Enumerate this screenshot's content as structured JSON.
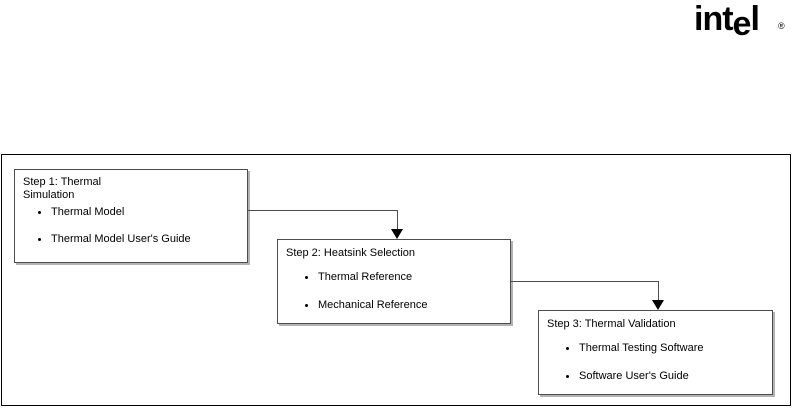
{
  "brand": {
    "logo_text_before": "int",
    "logo_text_e": "e",
    "logo_text_after": "l",
    "registered_mark": "®"
  },
  "diagram": {
    "type": "flowchart",
    "orientation": "left-to-right cascading",
    "boxes": [
      {
        "id": "step-1",
        "title": "Step 1: Thermal\nSimulation",
        "items": [
          "Thermal Model",
          "Thermal Model User's Guide"
        ]
      },
      {
        "id": "step-2",
        "title": "Step 2: Heatsink Selection",
        "items": [
          "Thermal Reference",
          "Mechanical Reference"
        ]
      },
      {
        "id": "step-3",
        "title": "Step 3: Thermal Validation",
        "items": [
          "Thermal Testing Software",
          "Software User's Guide"
        ]
      }
    ],
    "connectors": [
      {
        "id": "connector-1",
        "from": "step-1",
        "to": "step-2",
        "arrow": "down"
      },
      {
        "id": "connector-2",
        "from": "step-2",
        "to": "step-3",
        "arrow": "down"
      }
    ],
    "colors": {
      "box_border": "#4d4d4d",
      "box_shadow": "#b3b3b3",
      "frame_border": "#000000",
      "text": "#000000",
      "background": "#ffffff"
    }
  }
}
